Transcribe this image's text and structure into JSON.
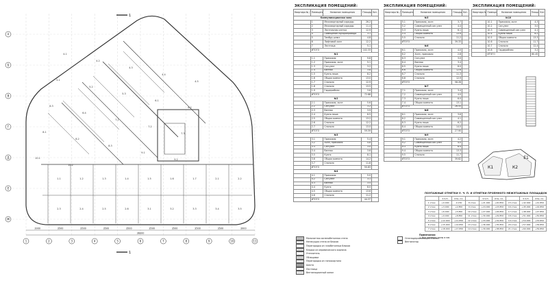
{
  "sheet": {
    "explication_title": "ЭКСПЛИКАЦИЯ ПОМЕЩЕНИЙ:",
    "totals_label": "ИТОГО",
    "marks_title": "ПОЭТАЖНЫЕ ОТМЕТКИ У. Ч. П. И ОТМЕТКИ ПРОЕМНОГО МЕЖЭТАЖНЫХ ПЛОЩАДОК"
  },
  "plan": {
    "section_marks": [
      {
        "label": "1",
        "caption": "1–1"
      },
      {
        "label": "1",
        "caption": "1–1"
      }
    ],
    "bottom_axes": [
      "1",
      "2",
      "3",
      "4",
      "5",
      "6",
      "7",
      "8",
      "9",
      "10",
      "11"
    ],
    "bottom_dims": [
      "3900",
      "3500",
      "3500",
      "3500",
      "3500",
      "3500",
      "3500",
      "3500",
      "3500",
      "3900"
    ],
    "overall_dim": "36000",
    "left_axes": [
      "А",
      "Б",
      "В",
      "Г",
      "Д",
      "Е",
      "Ж"
    ],
    "room_labels": [
      "1.1",
      "1.2",
      "1.3",
      "1.4",
      "1.5",
      "1.6",
      "1.7",
      "2.1",
      "2.2",
      "2.3",
      "2.4",
      "2.5",
      "2.6",
      "3.1",
      "3.2",
      "3.3",
      "3.4",
      "3.5",
      "4.1",
      "4.2",
      "4.3",
      "4.4",
      "4.5",
      "5.1",
      "5.2",
      "5.3",
      "6.1",
      "6.2",
      "6.3",
      "6.4",
      "7.1",
      "7.2",
      "7.3",
      "8.1",
      "8.2",
      "8.3",
      "9.1",
      "9.2",
      "10.1",
      "10.2"
    ]
  },
  "tables": [
    {
      "headers": [
        "Квартира № / тип",
        "Помещение №",
        "Название помещения",
        "Площадь кв.м",
        "Кат."
      ],
      "sections": [
        {
          "title": "Коммуникационная зона",
          "rows": [
            [
              "",
              "1",
              "Межквартирный коридор",
              "26.2",
              ""
            ],
            [
              "",
              "2",
              "Межквартирный коридор",
              "11.4",
              ""
            ],
            [
              "",
              "3",
              "Лестничная клетка",
              "12.9",
              ""
            ],
            [
              "",
              "4",
              "Помещение мусоропровода",
              "3.1",
              ""
            ],
            [
              "",
              "5",
              "Тамбур-шлюз",
              "4.8",
              ""
            ],
            [
              "",
              "6",
              "Лифтовой холл",
              "12.2",
              ""
            ],
            [
              "",
              "7",
              "Лестница",
              "5.1",
              ""
            ]
          ],
          "total": "102.33"
        },
        {
          "title": "№1",
          "rows": [
            [
              "",
              "1.1",
              "Прихожая",
              "9.8",
              ""
            ],
            [
              "",
              "1.2",
              "Прихожая, холл",
              "5.1",
              ""
            ],
            [
              "",
              "1.3",
              "Сан.узел",
              "3.2",
              ""
            ],
            [
              "",
              "1.4",
              "Ванная",
              "3.8",
              ""
            ],
            [
              "",
              "1.5",
              "Кухня-ниша",
              "8.2",
              ""
            ],
            [
              "",
              "1.6",
              "Общая комната",
              "13.0",
              ""
            ],
            [
              "",
              "1.7",
              "Спальня",
              "12.9",
              ""
            ],
            [
              "",
              "1.8",
              "Спальня",
              "13.5",
              ""
            ],
            [
              "",
              "1.9",
              "Гардеробная",
              "3.6",
              ""
            ]
          ],
          "total": "72.88"
        },
        {
          "title": "№2",
          "rows": [
            [
              "",
              "2.1",
              "Прихожая, холл",
              "5.6",
              ""
            ],
            [
              "",
              "2.2",
              "Сан.узел",
              "3.2",
              ""
            ],
            [
              "",
              "2.3",
              "Ванная",
              "3.9",
              ""
            ],
            [
              "",
              "2.4",
              "Кухня-ниша",
              "8.5",
              ""
            ],
            [
              "",
              "2.5",
              "Общая комната",
              "13.2",
              ""
            ],
            [
              "",
              "2.6",
              "Спальня",
              "12.2",
              ""
            ],
            [
              "",
              "2.7",
              "Спальня",
              "13.0",
              ""
            ]
          ],
          "total": "59.59"
        },
        {
          "title": "№3",
          "rows": [
            [
              "",
              "3.1",
              "Прихожая",
              "5.4",
              ""
            ],
            [
              "",
              "3.2",
              "Холл, прихожая",
              "4.8",
              ""
            ],
            [
              "",
              "3.3",
              "Сан.узел",
              "3.0",
              ""
            ],
            [
              "",
              "3.4",
              "Ванная",
              "3.6",
              ""
            ],
            [
              "",
              "3.5",
              "Кухня",
              "8.1",
              ""
            ],
            [
              "",
              "3.6",
              "Общая комната",
              "14.2",
              ""
            ],
            [
              "",
              "3.7",
              "Спальня",
              "11.8",
              ""
            ]
          ],
          "total": "50.83"
        },
        {
          "title": "№4",
          "rows": [
            [
              "",
              "4.1",
              "Прихожая",
              "5.0",
              ""
            ],
            [
              "",
              "4.2",
              "Сан.узел",
              "3.1",
              ""
            ],
            [
              "",
              "4.3",
              "Ванная",
              "3.5",
              ""
            ],
            [
              "",
              "4.4",
              "Кухня",
              "8.0",
              ""
            ],
            [
              "",
              "4.5",
              "Общая комната",
              "13.6",
              ""
            ],
            [
              "",
              "4.6",
              "Спальня",
              "11.2",
              ""
            ]
          ],
          "total": "44.37"
        }
      ]
    },
    {
      "headers": [
        "Квартира № / тип",
        "Помещение №",
        "Название помещения",
        "Площадь кв.м",
        "Кат."
      ],
      "sections": [
        {
          "title": "№5",
          "rows": [
            [
              "",
              "5.1",
              "Прихожая, холл",
              "3.7",
              ""
            ],
            [
              "",
              "5.2",
              "Совмещенный сан.узел",
              "4.4",
              ""
            ],
            [
              "",
              "5.3",
              "Кухня-ниша",
              "6.1",
              ""
            ],
            [
              "",
              "5.4",
              "Общая комната",
              "13.9",
              ""
            ],
            [
              "",
              "5.5",
              "Спальня",
              "11.2",
              ""
            ]
          ],
          "total": "39.33"
        },
        {
          "title": "№6",
          "rows": [
            [
              "",
              "6.1",
              "Прихожая, холл",
              "4.0",
              ""
            ],
            [
              "",
              "6.2",
              "Холл, прихожая",
              "2.8",
              ""
            ],
            [
              "",
              "6.3",
              "Сан.узел",
              "3.0",
              ""
            ],
            [
              "",
              "6.4",
              "Ванная",
              "3.4",
              ""
            ],
            [
              "",
              "6.5",
              "Кухня-ниша",
              "8.0",
              ""
            ],
            [
              "",
              "6.6",
              "Общая комната",
              "12.6",
              ""
            ],
            [
              "",
              "6.7",
              "Спальня",
              "11.3",
              ""
            ],
            [
              "",
              "6.8",
              "Спальня",
              "12.9",
              ""
            ]
          ],
          "total": "58.28"
        },
        {
          "title": "№7",
          "rows": [
            [
              "",
              "7.1",
              "Прихожая, холл",
              "3.4",
              ""
            ],
            [
              "",
              "7.2",
              "Совмещенный сан.узел",
              "4.0",
              ""
            ],
            [
              "",
              "7.3",
              "Кухня-ниша",
              "6.0",
              ""
            ],
            [
              "",
              "7.4",
              "Общая комната",
              "13.1",
              ""
            ]
          ],
          "total": "26.55"
        },
        {
          "title": "№8",
          "rows": [
            [
              "",
              "8.1",
              "Прихожая, холл",
              "3.6",
              ""
            ],
            [
              "",
              "8.2",
              "Совмещенный сан.узел",
              "4.1",
              ""
            ],
            [
              "",
              "8.3",
              "Кухня-ниша",
              "6.2",
              ""
            ],
            [
              "",
              "8.4",
              "Общая комната",
              "14.0",
              ""
            ]
          ],
          "total": "27.90"
        },
        {
          "title": "№9",
          "rows": [
            [
              "",
              "9.1",
              "Прихожая, холл",
              "4.2",
              ""
            ],
            [
              "",
              "9.2",
              "Совмещенный сан.узел",
              "4.0",
              ""
            ],
            [
              "",
              "9.3",
              "Кухня-ниша",
              "6.4",
              ""
            ],
            [
              "",
              "9.4",
              "Общая комната",
              "13.3",
              ""
            ],
            [
              "",
              "9.5",
              "Спальня",
              "11.7",
              ""
            ]
          ],
          "total": "39.62"
        }
      ]
    },
    {
      "headers": [
        "Квартира № / тип",
        "Помещение №",
        "Название помещения",
        "Площадь кв.м",
        "Кат."
      ],
      "sections": [
        {
          "title": "№10",
          "rows": [
            [
              "",
              "10.1",
              "Прихожая, холл",
              "4.3",
              ""
            ],
            [
              "",
              "10.2",
              "Сан.узел",
              "3.0",
              ""
            ],
            [
              "",
              "10.3",
              "Совмещенный сан.узел",
              "4.1",
              ""
            ],
            [
              "",
              "10.4",
              "Кухня-ниша",
              "8.2",
              ""
            ],
            [
              "",
              "10.5",
              "Общая комната",
              "13.3",
              ""
            ],
            [
              "",
              "10.6",
              "Спальня",
              "11.7",
              ""
            ],
            [
              "",
              "10.7",
              "Спальня",
              "12.4",
              ""
            ],
            [
              "",
              "10.8",
              "Гардеробная",
              "3.2",
              ""
            ]
          ],
          "total": "60.45"
        }
      ]
    }
  ],
  "marks": {
    "headers": [
      "",
      "У.Ч.П.",
      "Отм. пл.",
      "",
      "У.Ч.П.",
      "Отм. пл.",
      "",
      "У.Ч.П.",
      "Отм. пл."
    ],
    "rows": [
      [
        "1 этаж",
        "+0.000",
        "-0.150",
        "8 этаж",
        "+21.000",
        "+20.850",
        "15 этаж",
        "+42.000",
        "+41.850"
      ],
      [
        "2 этаж",
        "+3.000",
        "+2.850",
        "9 этаж",
        "+24.000",
        "+23.850",
        "16 этаж",
        "+45.000",
        "+44.850"
      ],
      [
        "3 этаж",
        "+6.000",
        "+5.850",
        "10 этаж",
        "+27.000",
        "+26.850",
        "17 этаж",
        "+48.000",
        "+47.850"
      ],
      [
        "4 этаж",
        "+9.000",
        "+8.850",
        "11 этаж",
        "+30.000",
        "+29.850",
        "18 этаж",
        "+51.000",
        "+50.850"
      ],
      [
        "5 этаж",
        "+12.000",
        "+11.850",
        "12 этаж",
        "+33.000",
        "+32.850",
        "19 этаж",
        "+54.000",
        "+53.850"
      ],
      [
        "6 этаж",
        "+15.000",
        "+14.850",
        "13 этаж",
        "+36.000",
        "+35.850",
        "20 этаж",
        "+57.000",
        "+56.850"
      ],
      [
        "7 этаж",
        "+18.000",
        "+17.850",
        "14 этаж",
        "+39.000",
        "+38.850",
        "21 этаж",
        "+60.000",
        "+59.850"
      ]
    ]
  },
  "legend": {
    "items": [
      {
        "text": "Монолитная железобетонная стена",
        "fill": "#bdbdbd"
      },
      {
        "text": "Ненесущая стена из блоков",
        "fill": "#e8e8e8"
      },
      {
        "text": "Перегородка из газобетонных блоков",
        "fill": "#ffffff"
      },
      {
        "text": "Кладка из керамического кирпича",
        "fill": "#d9d9d9"
      },
      {
        "text": "Утеплитель",
        "fill": "#f4f4f4"
      },
      {
        "text": "Облицовка",
        "fill": "#cfcfcf"
      },
      {
        "text": "Перегородка из гипсокартона",
        "fill": "#ffffff"
      },
      {
        "text": "Шахта",
        "fill": "#9e9e9e"
      },
      {
        "text": "Лестница",
        "fill": "#ffffff"
      },
      {
        "text": "Вентиляционный канал",
        "fill": "#e0e0e0"
      }
    ],
    "right_items": [
      {
        "text": "Огнезадерживающий клапан"
      },
      {
        "text": "Вентилятор"
      }
    ],
    "notes_title": "Примечания:",
    "notes": [
      "1. Все размеры даны в мм."
    ]
  },
  "key_plan": {
    "labels": [
      "К1",
      "К2",
      "Е1"
    ]
  }
}
